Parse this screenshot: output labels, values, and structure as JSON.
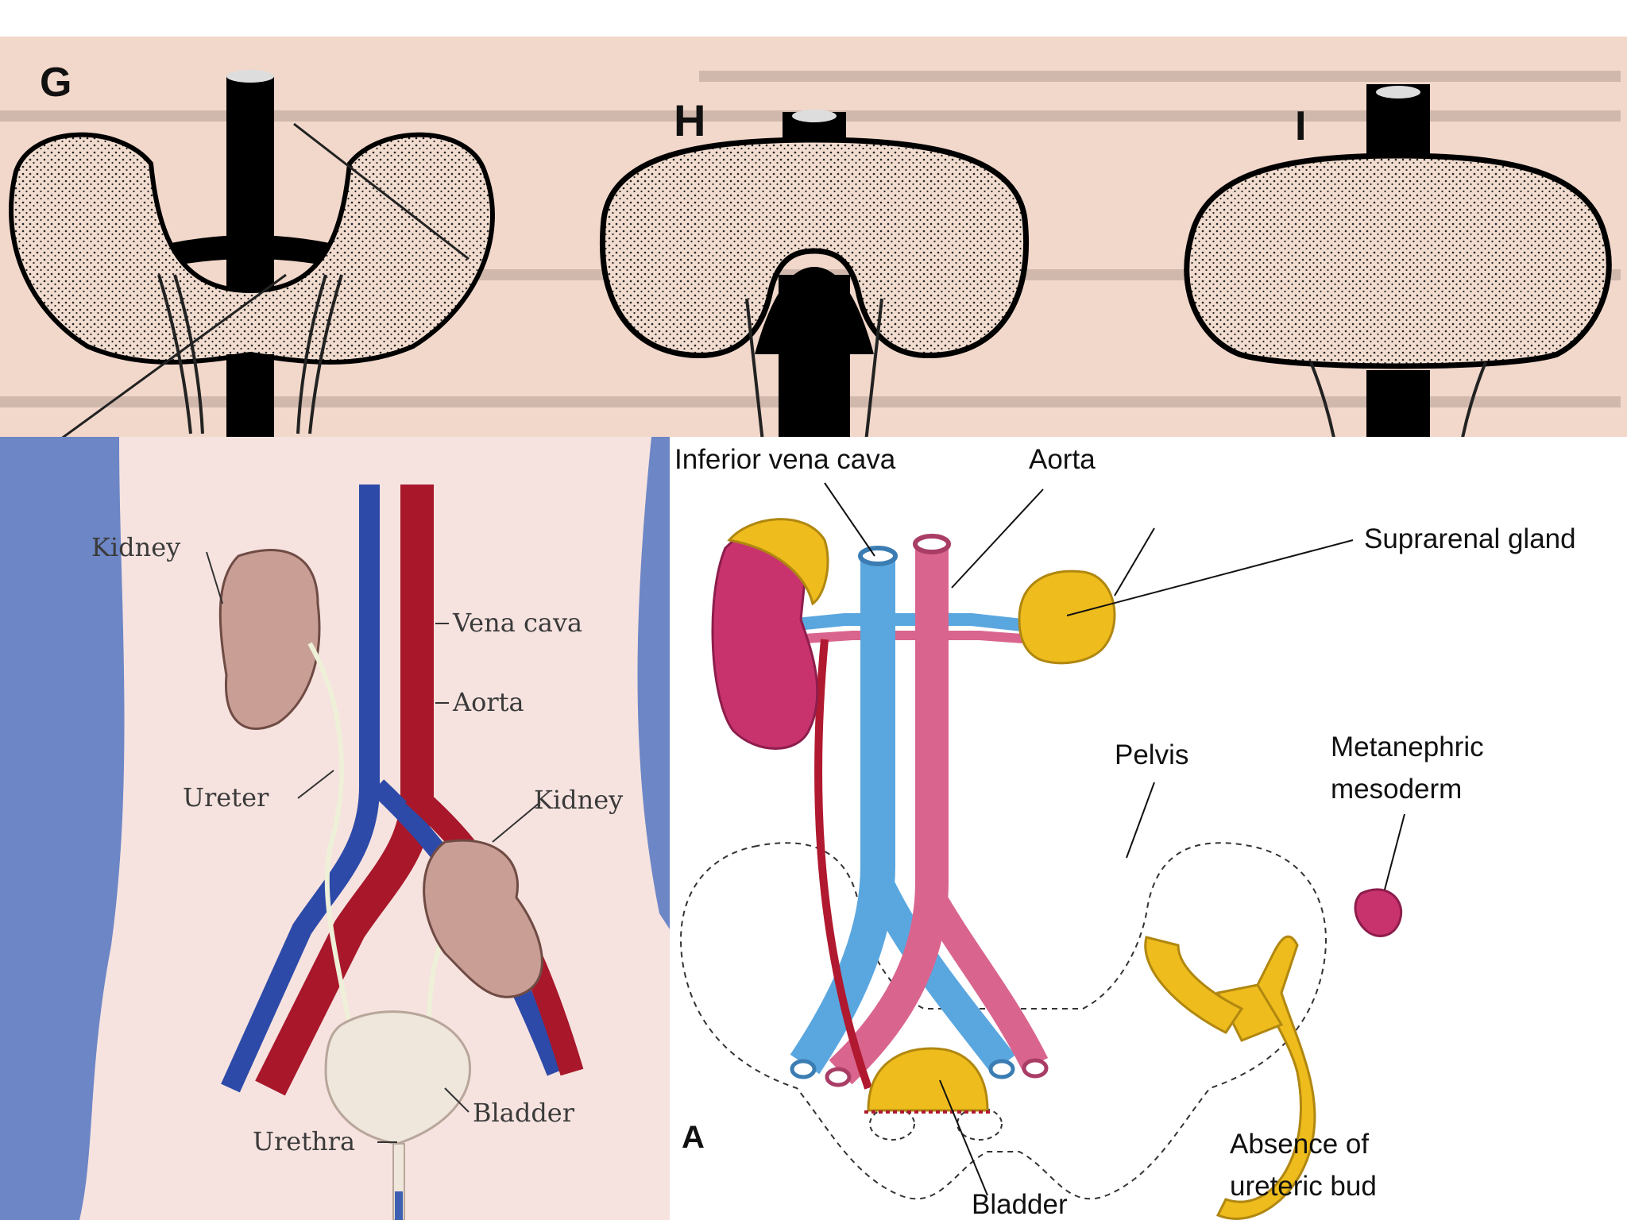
{
  "top_panel": {
    "labels": [
      "G",
      "H",
      "I"
    ]
  },
  "left_panel": {
    "labels": {
      "kidney_upper": "Kidney",
      "vena_cava": "Vena cava",
      "aorta": "Aorta",
      "ureter": "Ureter",
      "kidney_lower": "Kidney",
      "bladder": "Bladder",
      "urethra": "Urethra"
    }
  },
  "right_panel": {
    "labels": {
      "ivc": "Inferior vena cava",
      "aorta": "Aorta",
      "suprarenal": "Suprarenal gland",
      "pelvis": "Pelvis",
      "metanephric_1": "Metanephric",
      "metanephric_2": "mesoderm",
      "panel_letter": "A",
      "absence_1": "Absence of",
      "absence_2": "ureteric bud",
      "bladder": "Bladder"
    }
  },
  "colors": {
    "vein_blue": "#5aa7e0",
    "artery_pink": "#d9658e",
    "gland_yellow": "#eebc1c",
    "kidney_magenta": "#c8336e",
    "ureter_red": "#b0192f"
  }
}
